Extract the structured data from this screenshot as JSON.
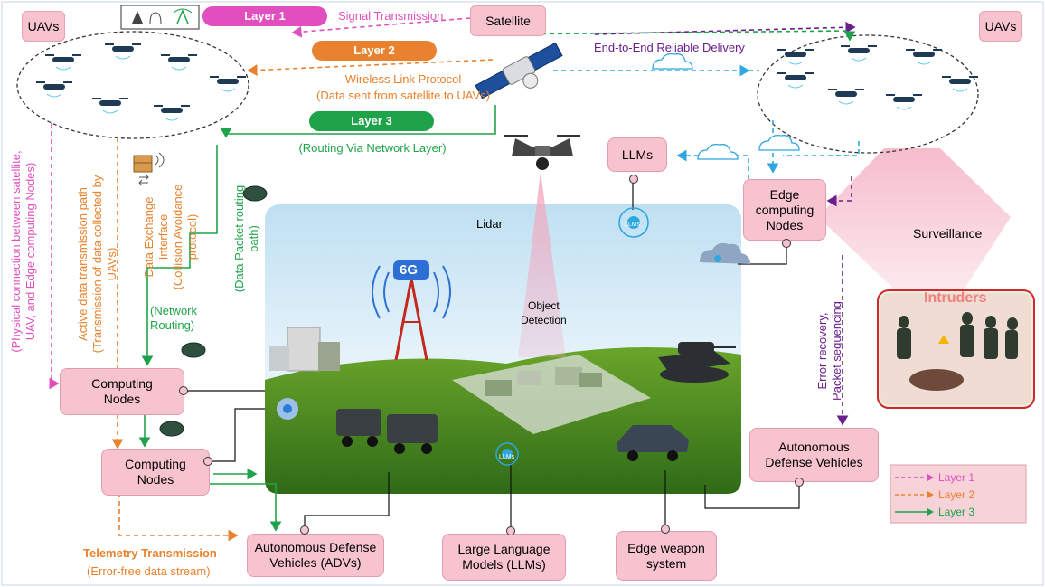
{
  "colors": {
    "layer1": "#e04fbd",
    "layer2": "#e8822e",
    "layer3": "#1fa34a",
    "e2e": "#6b1f8c",
    "cyan": "#2ea7e0",
    "node_fill": "#f7c3cf"
  },
  "tags": {
    "uavs_left": "UAVs",
    "uavs_right": "UAVs",
    "satellite": "Satellite"
  },
  "layers": {
    "l1": {
      "label": "Layer 1",
      "desc": "Signal Transmission"
    },
    "l2": {
      "label": "Layer 2",
      "desc1": "Wireless Link Protocol",
      "desc2": "(Data sent from satellite to UAVs)"
    },
    "l3": {
      "label": "Layer 3",
      "desc": "(Routing Via Network Layer)"
    }
  },
  "e2e": "End-to-End Reliable Delivery",
  "vertical": {
    "physical1": "(Physical connection between satellite,",
    "physical2": "UAV, and Edge computing Nodes)",
    "active1": "Active data transmission path",
    "active2": "(Transmission of data collected by",
    "active3": "UAVs)",
    "exchange1": "Data Exchange",
    "exchange2": "Interface",
    "exchange3": "(Collision Avoidance",
    "exchange4": "protocol)",
    "routing1": "(Data Packet routing",
    "routing2": "path)",
    "error1": "Error recovery,",
    "error2": "Packet sequencing"
  },
  "network_routing1": "(Network",
  "network_routing2": "Routing)",
  "scene": {
    "lidar": "Lidar",
    "object1": "Object",
    "object2": "Detection",
    "sixg": "6G",
    "llms_chip": "LLMs"
  },
  "nodes": {
    "llms": "LLMs",
    "edge1": "Edge",
    "edge2": "computing",
    "edge3": "Nodes",
    "computing1a": "Computing",
    "computing1b": "Nodes",
    "computing2a": "Computing",
    "computing2b": "Nodes",
    "adv_right1": "Autonomous",
    "adv_right2": "Defense Vehicles",
    "adv_bottom1": "Autonomous Defense",
    "adv_bottom2": "Vehicles (ADVs)",
    "llm_bottom1": "Large Language",
    "llm_bottom2": "Models (LLMs)",
    "weapon1": "Edge weapon",
    "weapon2": "system"
  },
  "surveillance": "Surveillance",
  "intruders": "Intruders",
  "telemetry": {
    "title": "Telemetry Transmission",
    "sub": "(Error-free data stream)"
  },
  "legend": [
    {
      "label": "Layer 1",
      "color": "#e04fbd",
      "dash": true
    },
    {
      "label": "Layer 2",
      "color": "#e8822e",
      "dash": true
    },
    {
      "label": "Layer 3",
      "color": "#1fa34a",
      "dash": false
    }
  ],
  "icons": [
    "drone-icon",
    "satellite-icon",
    "router-icon",
    "cloud-icon",
    "cell-tower-icon",
    "tank-icon",
    "package-icon",
    "llm-network-icon"
  ]
}
